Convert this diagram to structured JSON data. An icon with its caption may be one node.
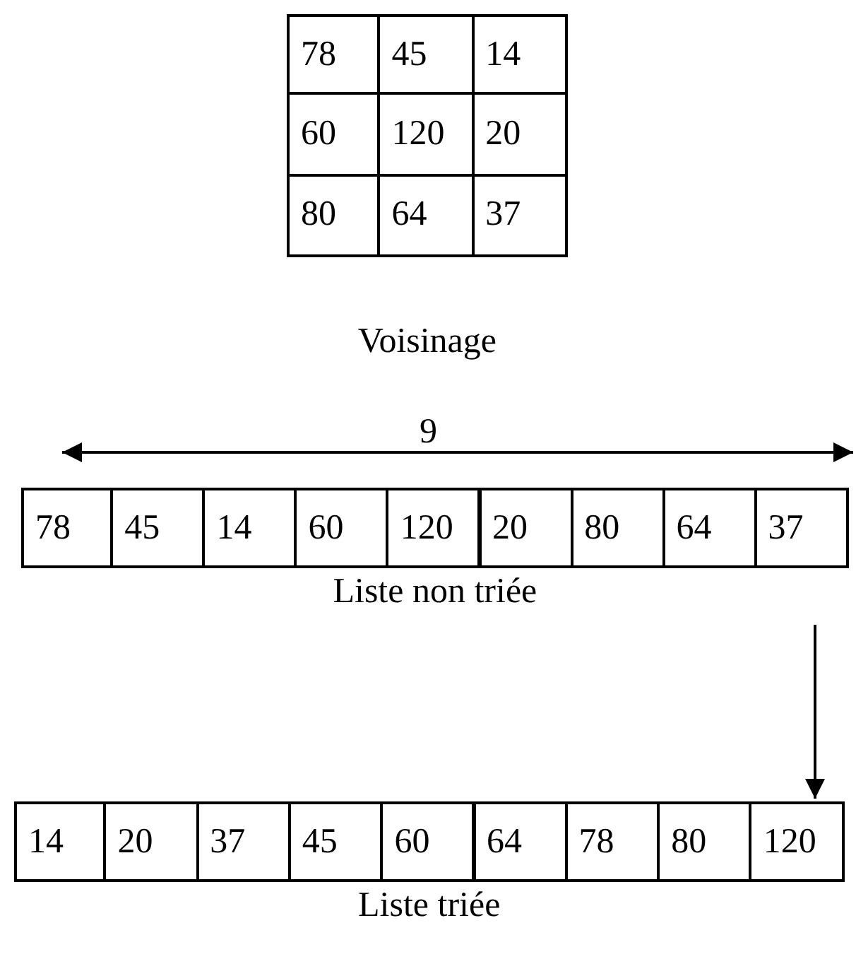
{
  "diagram": {
    "nodes": [
      {
        "text": [
          "78",
          "45",
          "14",
          "60",
          "120",
          "20",
          "80",
          "64",
          "37"
        ],
        "beside": [
          "Voisinage"
        ]
      },
      {
        "text": [
          "78",
          "45",
          "14",
          "60",
          "120",
          "20",
          "80",
          "64",
          "37"
        ],
        "beside": [
          "Liste non triée"
        ]
      },
      {
        "text": [
          "14",
          "20",
          "37",
          "45",
          "60",
          "64",
          "78",
          "80",
          "120"
        ],
        "beside": [
          "Liste triée"
        ]
      }
    ],
    "edges": [
      {
        "from": 1,
        "to": 2,
        "arrow": "to"
      }
    ],
    "labels": [
      "9"
    ]
  }
}
